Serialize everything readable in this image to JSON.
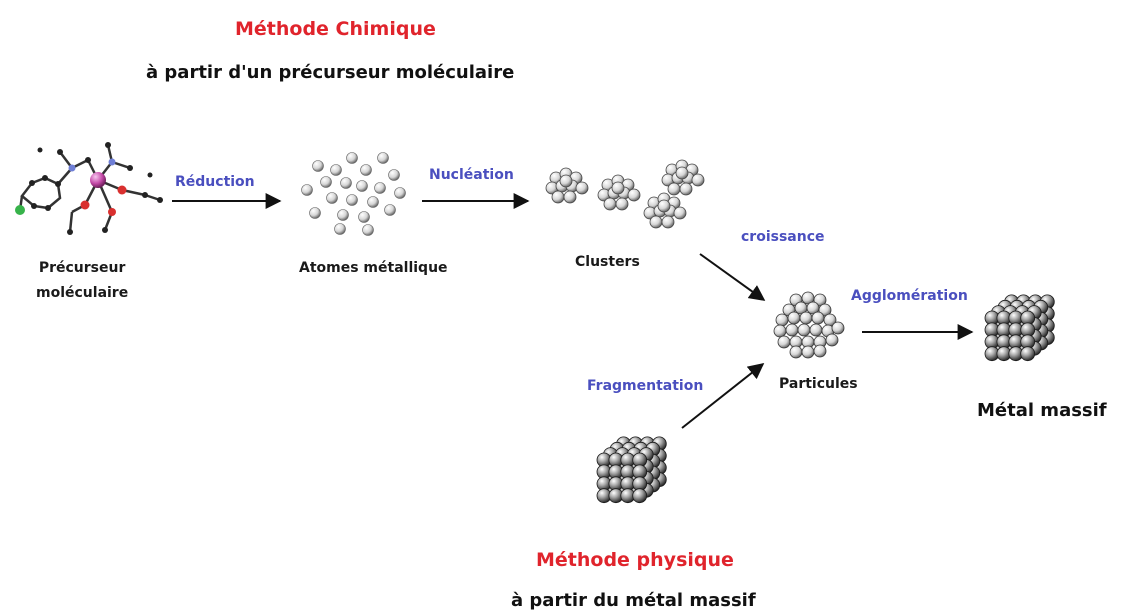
{
  "chemical": {
    "title": "Méthode Chimique",
    "subtitle": "à partir d'un précurseur moléculaire"
  },
  "physical": {
    "title": "Méthode physique",
    "subtitle": "à partir du métal massif"
  },
  "nodes": {
    "precursor_line1": "Précurseur",
    "precursor_line2": "moléculaire",
    "atoms": "Atomes métallique",
    "clusters": "Clusters",
    "particles": "Particules",
    "bulk_metal": "Métal massif"
  },
  "steps": {
    "reduction": "Réduction",
    "nucleation": "Nucléation",
    "growth": "croissance",
    "agglomeration": "Agglomération",
    "fragmentation": "Fragmentation"
  },
  "colors": {
    "method_title": "#e0242c",
    "step_label": "#4a4fbf",
    "node_label": "#1a1a1a"
  }
}
